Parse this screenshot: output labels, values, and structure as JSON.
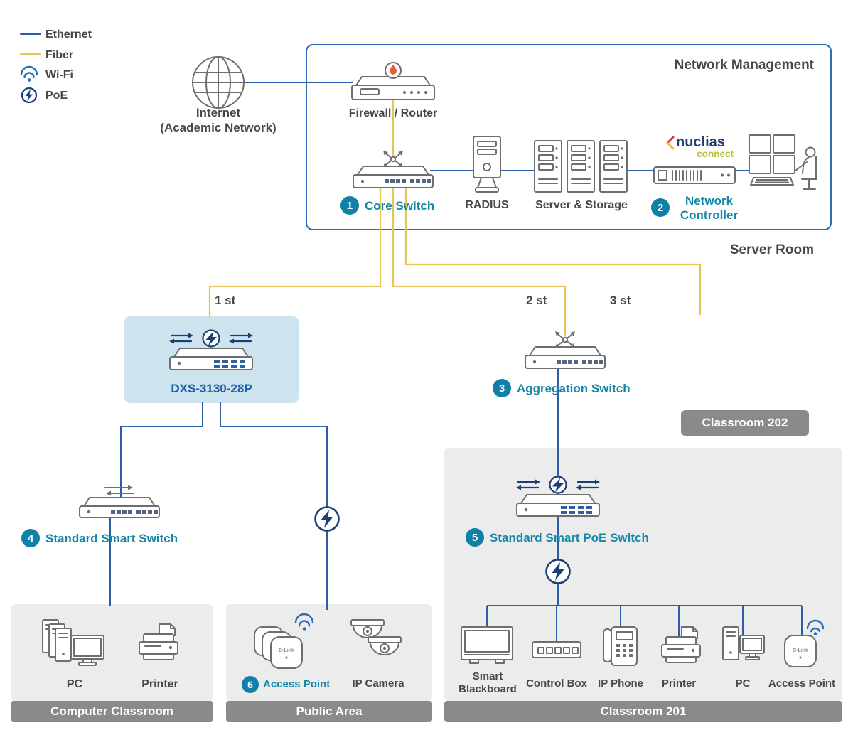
{
  "colors": {
    "ethernet": "#2b5da8",
    "fiber": "#e6c45a",
    "accent_teal": "#1287a8",
    "dxs_blue": "#1b5fa6",
    "zone_gray": "#8a8a8a",
    "highlight_blue": "#cde3ee",
    "management_border": "#2e6db4",
    "poe_navy": "#1b3f74"
  },
  "legend": {
    "ethernet": "Ethernet",
    "fiber": "Fiber",
    "wifi": "Wi-Fi",
    "poe": "PoE"
  },
  "internet": {
    "line1": "Internet",
    "line2": "(Academic Network)"
  },
  "network_management": {
    "title": "Network Management",
    "server_room": "Server Room",
    "firewall": "Firewall / Router",
    "core_switch_num": "1",
    "core_switch": "Core Switch",
    "radius": "RADIUS",
    "server_storage": "Server & Storage",
    "controller_num": "2",
    "controller_line1": "Network",
    "controller_line2": "Controller",
    "nuclias_brand": "nuclias",
    "nuclias_sub": "connect"
  },
  "floors": {
    "f1": "1 st",
    "f2": "2 st",
    "f3": "3 st"
  },
  "distribution": {
    "dxs_label": "DXS-3130-28P",
    "aggregation_num": "3",
    "aggregation": "Aggregation Switch",
    "classroom202": "Classroom 202",
    "smart_switch_num": "4",
    "smart_switch": "Standard Smart Switch",
    "poe_switch_num": "5",
    "poe_switch": "Standard Smart PoE Switch"
  },
  "computer_classroom": {
    "title": "Computer Classroom",
    "pc": "PC",
    "printer": "Printer"
  },
  "public_area": {
    "title": "Public Area",
    "ap_num": "6",
    "access_point": "Access Point",
    "ip_camera": "IP Camera"
  },
  "classroom201": {
    "title": "Classroom 201",
    "blackboard_line1": "Smart",
    "blackboard_line2": "Blackboard",
    "control_box": "Control Box",
    "ip_phone": "IP Phone",
    "printer": "Printer",
    "pc": "PC",
    "access_point": "Access Point"
  },
  "brand": {
    "dlink": "D-Link"
  }
}
